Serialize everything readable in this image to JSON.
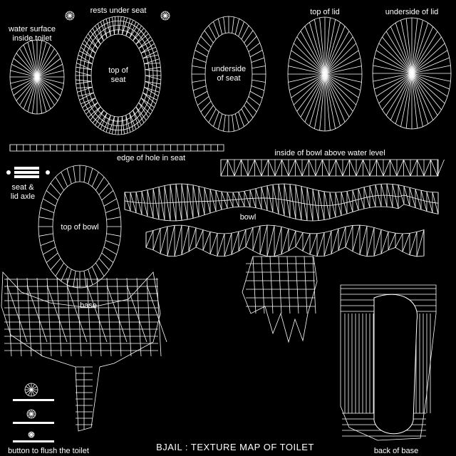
{
  "title": "BJAIL : TEXTURE MAP OF TOILET",
  "labels": {
    "water_surface": [
      "water surface",
      "inside toilet"
    ],
    "rests_under_seat": "rests under seat",
    "top_of_seat": [
      "top of",
      "seat"
    ],
    "underside_of_seat": [
      "underside",
      "of seat"
    ],
    "top_of_lid": "top of lid",
    "underside_of_lid": "underside of lid",
    "edge_of_hole": "edge of hole in seat",
    "inside_of_bowl": "inside of bowl above water level",
    "seat_lid_axle": [
      "seat &",
      "lid axle"
    ],
    "bowl": "bowl",
    "top_of_bowl": "top of bowl",
    "base": "base",
    "button_to_flush": "button to flush the toilet",
    "back_of_base": "back of base"
  },
  "colors": {
    "background": "#000000",
    "wireframe": "#ffffff"
  }
}
